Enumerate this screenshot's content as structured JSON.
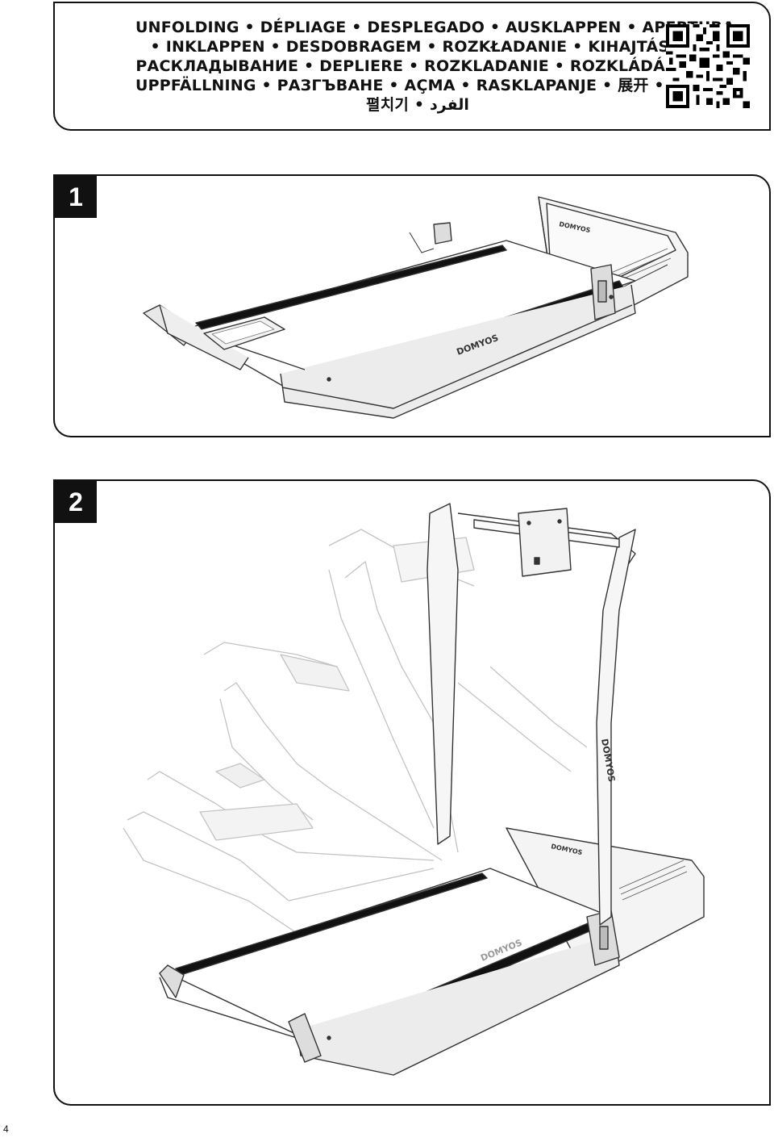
{
  "header": {
    "lines": [
      "UNFOLDING • DÉPLIAGE • DESPLEGADO • AUSKLAPPEN • APERTURA",
      "• INKLAPPEN • DESDOBRAGEM • ROZKŁADANIE • KIHAJTÁS •",
      "РАСКЛАДЫВАНИЕ • DEPLIERE • ROZKLADANIE • ROZKLÁDÁNÍ •",
      "UPPFÄLLNING • РАЗГЪВАНЕ • AÇMA • RASKLAPANJE • 展开 • 展開 •",
      "펼치기 • الفرد"
    ]
  },
  "steps": [
    {
      "number": "1",
      "brand": "DOMYOS"
    },
    {
      "number": "2",
      "brand": "DOMYOS"
    }
  ],
  "page": {
    "number": "4"
  }
}
